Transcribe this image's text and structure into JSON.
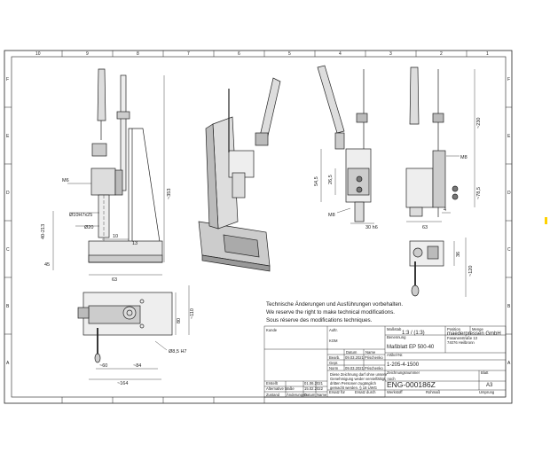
{
  "zones": {
    "top": [
      "10",
      "9",
      "8",
      "7",
      "6",
      "5",
      "4",
      "3",
      "2",
      "1"
    ],
    "side": [
      "F",
      "E",
      "D",
      "C",
      "B",
      "A"
    ]
  },
  "notes": [
    "Technische Änderungen und Ausführungen vorbehalten.",
    "We reserve the right to make technical modifications.",
    "Sous réserve des modifications techniques."
  ],
  "dims": {
    "m6": "M6",
    "d10": "Ø10H7x25",
    "d20": "Ø20",
    "d10b": "10",
    "d13": "13",
    "d45": "45",
    "d40_213": "40-213",
    "d63": "63",
    "d353": "~353",
    "d110": "~110",
    "d80": "80",
    "d85": "Ø8,5 H7",
    "d60": "~60",
    "d84": "~84",
    "d164": "~164",
    "d545": "54,5",
    "d265": "26,5",
    "m8a": "M8",
    "d30h6": "30 h6",
    "m8b": "M8",
    "d230": "~230",
    "d785": "~78,5",
    "d4": "4",
    "d63b": "63",
    "d36": "36",
    "d120": "~120"
  },
  "title_block": {
    "kunde_label": "Kunde",
    "auftr_label": "Auftr.",
    "kom_label": "KOM",
    "datum_label": "Datum",
    "name_label": "Name",
    "bearb_label": "Bearb.",
    "bearb_date": "09.03.2021",
    "bearb_name": "Prischenko",
    "gepr_label": "Gepr.",
    "norm_label": "Norm",
    "norm_date": "09.03.2021",
    "norm_name": "Prischenko",
    "massstab_label": "Maßstab",
    "massstab_value": "1:3 / (1:3)",
    "position_label": "Position",
    "menge_label": "Menge",
    "benennung_label": "Benennung",
    "benennung_value": "Maßblatt EP 500-40",
    "artikel_label": "Artikel-Nr.",
    "artikel_value": "1-205-4-1500",
    "zeichnung_label": "Zeichnungsnummer",
    "zeichnung_value": "ENG-000186Z",
    "company_name": "maederpressen GmbH",
    "company_street": "Fasanenstraße 13",
    "company_city": "74076 Heilbronn",
    "blatt_label": "Blatt",
    "blatt_value": "A3",
    "werkstoff_label": "Werkstoff",
    "rohmass_label": "Rohmaß",
    "ersatz_fuer_label": "Ersatz für",
    "ersatz_durch_label": "Ersatz durch",
    "copyright_1": "Diese Zeichnung darf ohne unsere",
    "copyright_2": "Genehmigung weder vervielfältigt, noch",
    "copyright_3": "dritten Personen zugänglich",
    "copyright_4": "gemacht werden. § 18 UWG",
    "rev1_label": "Zustand",
    "rev2_label": "Änderungen",
    "rev3_label": "Datum",
    "rev4_label": "Name",
    "rev_row1_a": "Erstellt",
    "rev_row1_b": "01.06.2021",
    "rev_row2_a": "Alternative Maße",
    "rev_row2_b": "15.02.2022",
    "ursprung_label": "Ursprung"
  }
}
